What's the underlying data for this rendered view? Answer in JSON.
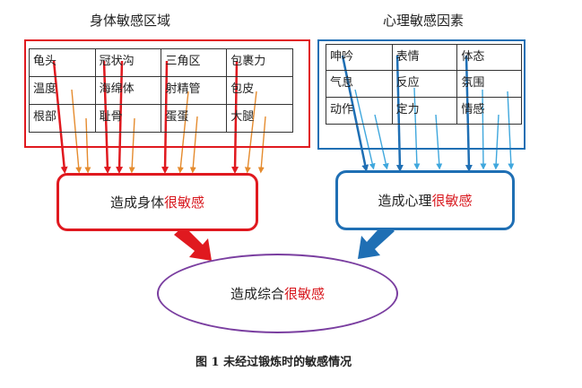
{
  "left": {
    "title": "身体敏感区域",
    "cells": [
      [
        "龟头",
        "冠状沟",
        "三角区",
        "包裹力"
      ],
      [
        "温度",
        "海绵体",
        "射精管",
        "包皮"
      ],
      [
        "根部",
        "耻骨",
        "蛋蛋",
        "大腿"
      ]
    ],
    "box_prefix": "造成身体",
    "box_highlight": "很敏感",
    "color": "#e0191f",
    "thin_arrow_color": "#e58b2e"
  },
  "right": {
    "title": "心理敏感因素",
    "cells": [
      [
        "呻吟",
        "表情",
        "体态"
      ],
      [
        "气息",
        "反应",
        "氛围"
      ],
      [
        "动作",
        "定力",
        "情感"
      ]
    ],
    "box_prefix": "造成心理",
    "box_highlight": "很敏感",
    "color": "#1f6fb4",
    "thin_arrow_color": "#3fa7dd"
  },
  "combined": {
    "prefix": "造成综合",
    "highlight": "很敏感",
    "color": "#7a3ea0"
  },
  "caption": "图 1  未经过锻炼时的敏感情况"
}
